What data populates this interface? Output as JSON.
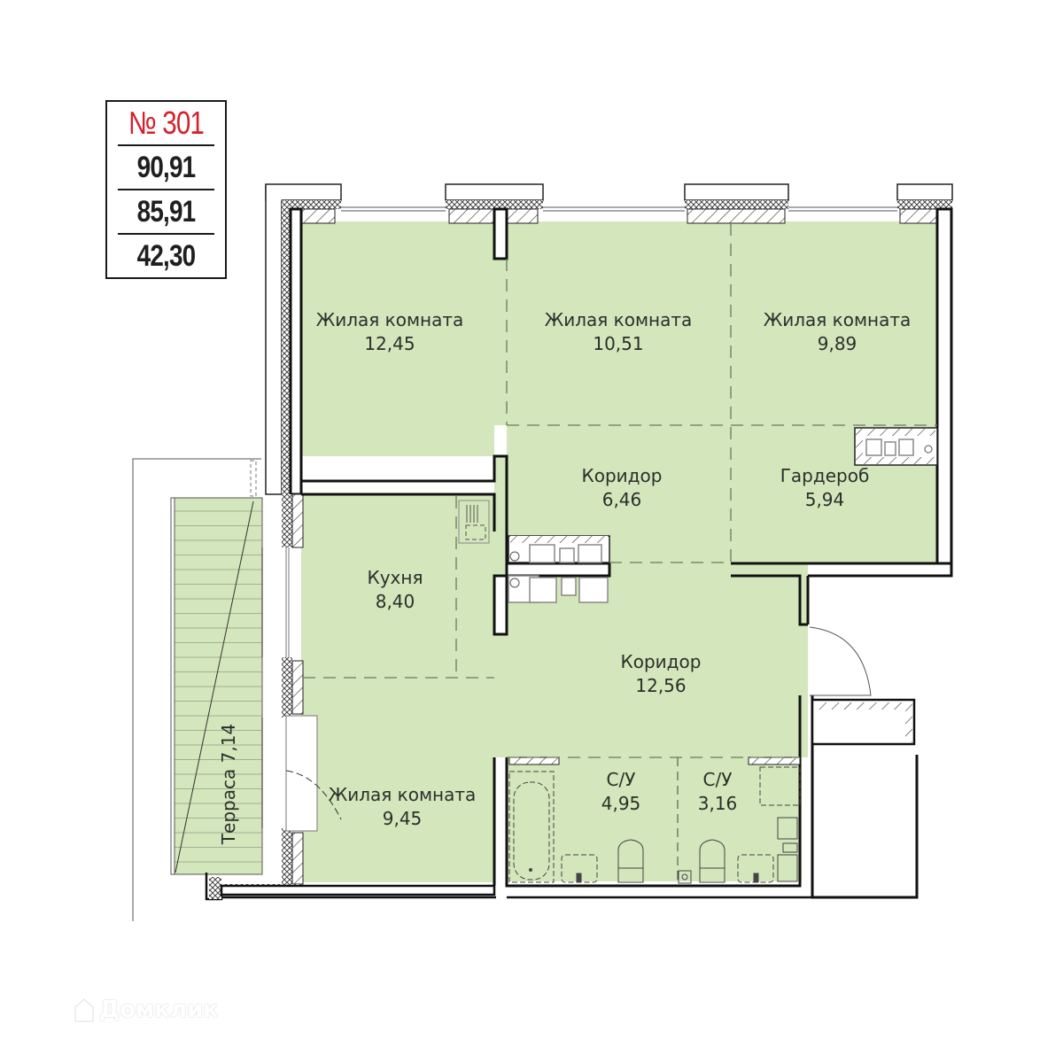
{
  "apartment": {
    "number": "№ 301",
    "total_area": "90,91",
    "living_area_incl": "85,91",
    "living_area": "42,30"
  },
  "rooms": [
    {
      "name": "Жилая комната",
      "area": "12,45"
    },
    {
      "name": "Жилая комната",
      "area": "10,51"
    },
    {
      "name": "Жилая комната",
      "area": "9,89"
    },
    {
      "name": "Коридор",
      "area": "6,46"
    },
    {
      "name": "Гардероб",
      "area": "5,94"
    },
    {
      "name": "Кухня",
      "area": "8,40"
    },
    {
      "name": "Коридор",
      "area": "12,56"
    },
    {
      "name": "Жилая комната",
      "area": "9,45"
    },
    {
      "name": "С/У",
      "area": "4,95"
    },
    {
      "name": "С/У",
      "area": "3,16"
    }
  ],
  "terrace": {
    "label": "Терраса 7,14"
  },
  "colors": {
    "floor_fill": "#d4e6bb",
    "wall": "#1a1a1a",
    "number_red": "#d51f2b",
    "dashed": "#6b7a5e"
  },
  "watermark": {
    "text": "Домклик",
    "icon": "house-logo-icon"
  }
}
